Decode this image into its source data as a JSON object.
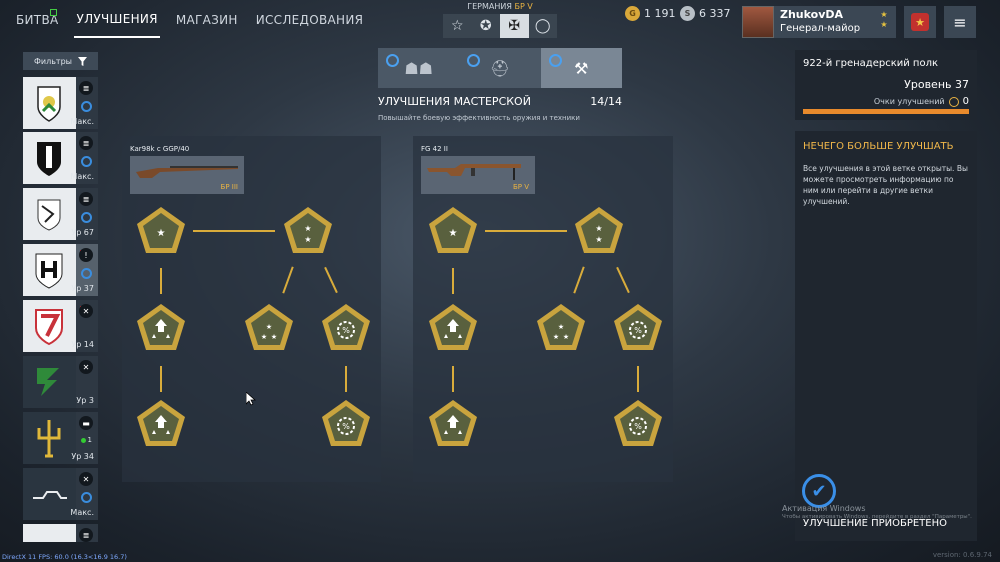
{
  "nav": {
    "tabs": [
      {
        "label": "БИТВА"
      },
      {
        "label": "УЛУЧШЕНИЯ"
      },
      {
        "label": "МАГАЗИН"
      },
      {
        "label": "ИССЛЕДОВАНИЯ"
      }
    ]
  },
  "nation": {
    "name": "ГЕРМАНИЯ",
    "br": "БР V",
    "icons": [
      "star-outline-icon",
      "star-circle-icon",
      "balkenkreuz-icon",
      "ring-icon"
    ]
  },
  "currency": {
    "gold": "1 191",
    "silver": "6 337"
  },
  "player": {
    "name": "ZhukovDA",
    "rank": "Генерал-майор"
  },
  "filters": {
    "label": "Фильтры"
  },
  "units": [
    {
      "level": "Макс."
    },
    {
      "level": "Макс."
    },
    {
      "level": "Ур 67"
    },
    {
      "level": "Ур 37"
    },
    {
      "level": "Ур 14"
    },
    {
      "level": "Ур 3"
    },
    {
      "level": "Ур 34",
      "squad_count": "1"
    },
    {
      "level": "Макс."
    }
  ],
  "tree": {
    "title": "УЛУЧШЕНИЯ МАСТЕРСКОЙ",
    "progress": "14/14",
    "subtitle": "Повышайте боевую эффективность оружия и техники"
  },
  "weapons": [
    {
      "name": "Kar98k с GGP/40",
      "br": "БР III"
    },
    {
      "name": "FG 42 II",
      "br": "БР V"
    }
  ],
  "regiment": {
    "name": "922-й гренадерский полк",
    "level": "Уровень 37",
    "points_label": "Очки улучшений",
    "points": "0",
    "progress": 1.0
  },
  "info": {
    "heading": "НЕЧЕГО БОЛЬШЕ УЛУЧШАТЬ",
    "text": "Все улучшения в этой ветке открыты. Вы можете просмотреть информацию по ним или перейти в другие ветки улучшений.",
    "status": "УЛУЧШЕНИЕ ПРИОБРЕТЕНО"
  },
  "watermark": {
    "title": "Активация Windows",
    "text": "Чтобы активировать Windows, перейдите в раздел \"Параметры\"."
  },
  "version": "version: 0.6.9.74",
  "fps": "DirectX 11 FPS: 60.0 (16.3<16.9 16.7)",
  "colors": {
    "gold": "#d9ac3b",
    "node_border": "#e9c85a",
    "accent_blue": "#3a8fe8",
    "progress_orange": "#e88a2c"
  }
}
